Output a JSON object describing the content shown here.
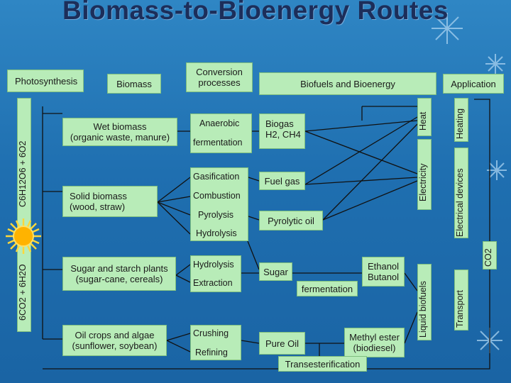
{
  "title": "Biomass-to-Bioenergy Routes",
  "headers": {
    "photosynthesis": "Photosynthesis",
    "biomass": "Biomass",
    "conversion_l1": "Conversion",
    "conversion_l2": "processes",
    "biofuels": "Biofuels and Bioenergy",
    "application": "Application"
  },
  "left_formulas": {
    "top": "C6H12O6 + 6O2",
    "bottom": "6CO2 + 6H2O"
  },
  "feedstocks": {
    "wet_l1": "Wet biomass",
    "wet_l2": "(organic waste, manure)",
    "solid_l1": "Solid biomass",
    "solid_l2": "(wood, straw)",
    "sugar_l1": "Sugar and starch plants",
    "sugar_l2": "(sugar-cane, cereals)",
    "oil_l1": "Oil crops and algae",
    "oil_l2": "(sunflower, soybean)"
  },
  "processes": {
    "anaerobic": "Anaerobic",
    "fermentation": "fermentation",
    "gasification": "Gasification",
    "combustion": "Combustion",
    "pyrolysis": "Pyrolysis",
    "hydrolysis1": "Hydrolysis",
    "hydrolysis2": "Hydrolysis",
    "extraction": "Extraction",
    "crushing": "Crushing",
    "refining": "Refining"
  },
  "products": {
    "biogas_l1": "Biogas",
    "biogas_l2": "H2, CH4",
    "fuel_gas": "Fuel gas",
    "pyrolytic_oil": "Pyrolytic oil",
    "sugar": "Sugar",
    "fermentation": "fermentation",
    "ethanol_l1": "Ethanol",
    "ethanol_l2": "Butanol",
    "pure_oil": "Pure Oil",
    "methyl_l1": "Methyl ester",
    "methyl_l2": "(biodiesel)",
    "transesterification": "Transesterification"
  },
  "energy": {
    "heat": "Heat",
    "electricity": "Electricity",
    "liquid_biofuels": "Liquid biofuels"
  },
  "applications": {
    "heating": "Heating",
    "electrical_devices": "Electrical devices",
    "transport": "Transport",
    "co2": "CO2"
  },
  "colors": {
    "box_fill": "#b8ecb8",
    "background": "#1f6fb0",
    "title": "#1c2e5a"
  }
}
